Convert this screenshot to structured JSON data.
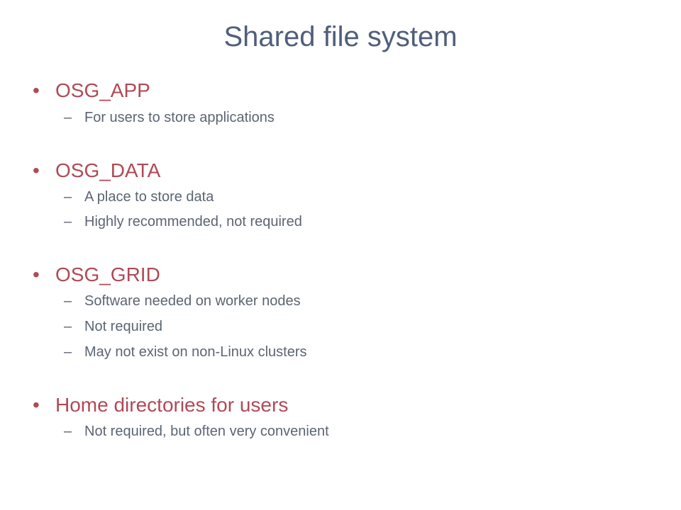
{
  "slide": {
    "title": "Shared file system",
    "colors": {
      "title": "#4f5f7a",
      "level1": "#b04a55",
      "level2": "#5b6573",
      "background": "#ffffff"
    },
    "bullet_glyph": "•",
    "dash_glyph": "–",
    "items": [
      {
        "label": "OSG_APP",
        "subitems": [
          "For users to store applications"
        ]
      },
      {
        "label": "OSG_DATA",
        "subitems": [
          "A place to store data",
          "Highly recommended, not required"
        ]
      },
      {
        "label": "OSG_GRID",
        "subitems": [
          "Software needed on worker nodes",
          "Not required",
          "May not exist on non-Linux clusters"
        ]
      },
      {
        "label": "Home directories for users",
        "subitems": [
          "Not required, but often very convenient"
        ]
      }
    ]
  }
}
